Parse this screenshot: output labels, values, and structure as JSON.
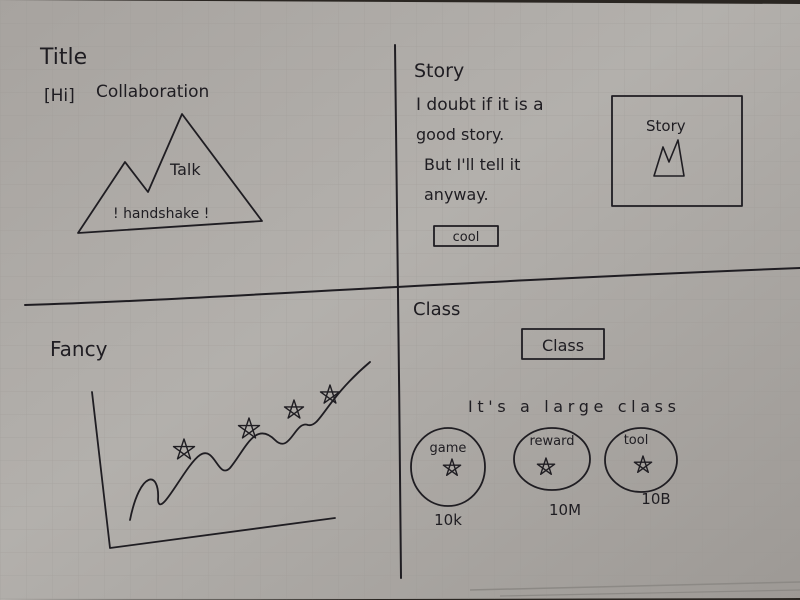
{
  "title_section": {
    "heading": "Title",
    "subtitle_bracket": "[Hi]",
    "subtitle_text": "Collaboration",
    "mountain_label": "Talk",
    "mountain_caption": "! handshake !"
  },
  "story_section": {
    "heading": "Story",
    "lines": [
      "I doubt if it is a",
      "good story.",
      "But I'll tell it",
      "anyway."
    ],
    "button_label": "cool",
    "image_label": "Story"
  },
  "fancy_section": {
    "heading": "Fancy"
  },
  "class_section": {
    "heading": "Class",
    "button_label": "Class",
    "description": "It's a large class",
    "items": [
      {
        "label": "game",
        "count": "10k"
      },
      {
        "label": "reward",
        "count": "10M"
      },
      {
        "label": "tool",
        "count": "10B"
      }
    ]
  }
}
